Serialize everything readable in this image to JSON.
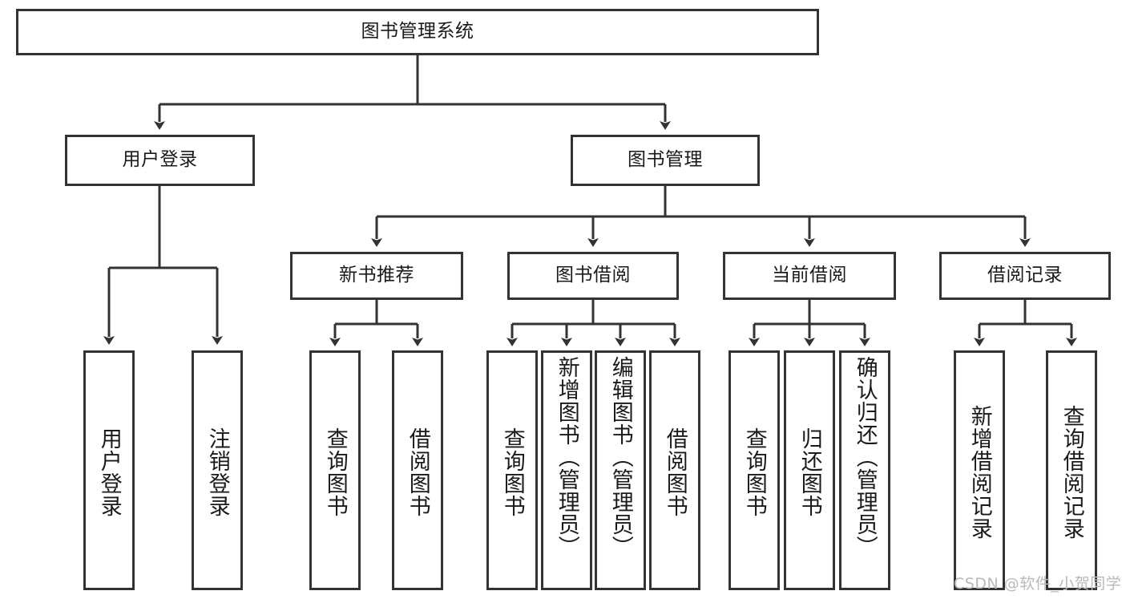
{
  "diagram": {
    "title": "图书管理系统",
    "type": "tree-hierarchy-chart",
    "root": {
      "label": "图书管理系统"
    },
    "level2": [
      {
        "label": "用户登录"
      },
      {
        "label": "图书管理"
      }
    ],
    "level3": [
      {
        "label": "新书推荐"
      },
      {
        "label": "图书借阅"
      },
      {
        "label": "当前借阅"
      },
      {
        "label": "借阅记录"
      }
    ],
    "leaves": {
      "user_login": [
        {
          "label": "用户登录"
        },
        {
          "label": "注销登录"
        }
      ],
      "new_book_recommend": [
        {
          "label": "查询图书"
        },
        {
          "label": "借阅图书"
        }
      ],
      "book_borrow": [
        {
          "label": "查询图书"
        },
        {
          "label": "新增图书（管理员）"
        },
        {
          "label": "编辑图书（管理员）"
        },
        {
          "label": "借阅图书"
        }
      ],
      "current_borrow": [
        {
          "label": "查询图书"
        },
        {
          "label": "归还图书"
        },
        {
          "label": "确认归还（管理员）"
        }
      ],
      "borrow_record": [
        {
          "label": "新增借阅记录"
        },
        {
          "label": "查询借阅记录"
        }
      ]
    }
  },
  "watermark": {
    "text": "CSDN @软件_小贺同学"
  },
  "colors": {
    "box_border": "#333333",
    "box_fill": "#ffffff",
    "edge": "#333333",
    "text": "#1a1a1a",
    "watermark": "#b9b9b9"
  }
}
